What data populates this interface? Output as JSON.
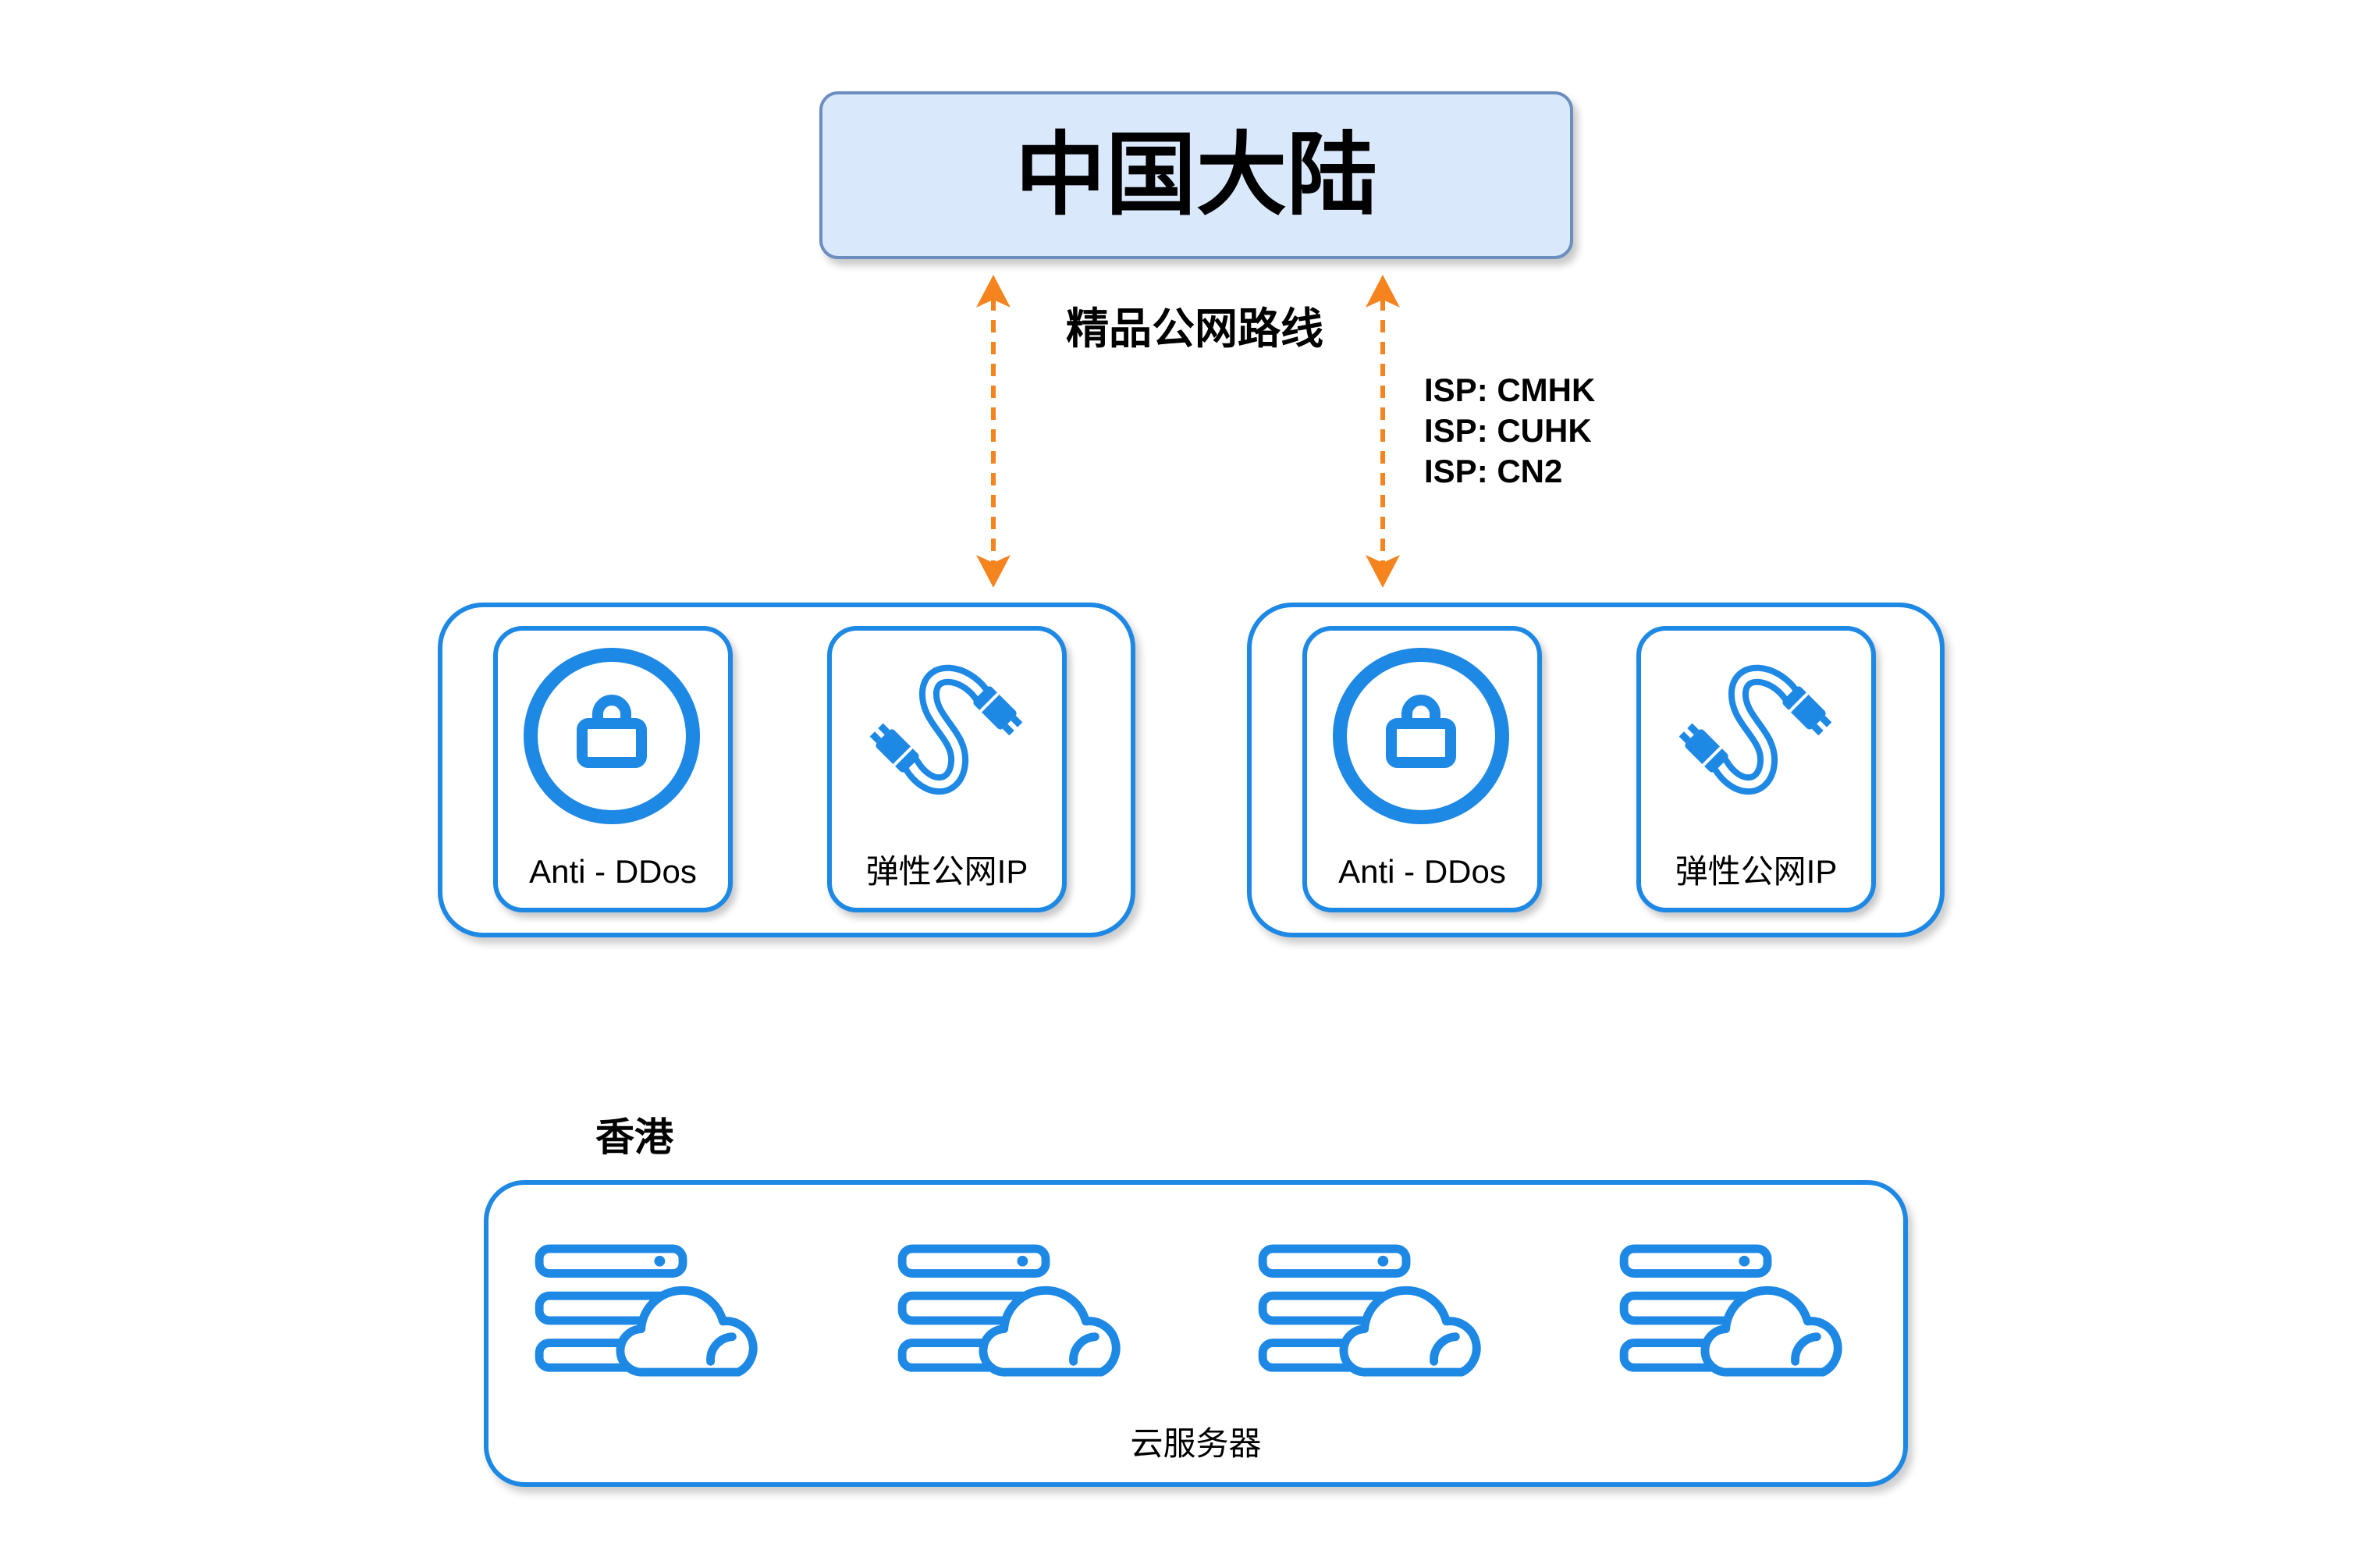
{
  "colors": {
    "accent_blue": "#1e88e5",
    "arrow_orange": "#f5841f",
    "region_fill": "#dae8fc",
    "region_border": "#6c8ebf",
    "text": "#000000"
  },
  "mainland": {
    "label": "中国大陆"
  },
  "route": {
    "label": "精品公网路线"
  },
  "isp": {
    "lines": [
      "ISP: CMHK",
      "ISP: CUHK",
      "ISP: CN2"
    ]
  },
  "edge_groups": [
    {
      "cards": [
        {
          "icon": "lock-icon",
          "label": "Anti - DDos"
        },
        {
          "icon": "network-cable-icon",
          "label": "弹性公网IP"
        }
      ]
    },
    {
      "cards": [
        {
          "icon": "lock-icon",
          "label": "Anti - DDos"
        },
        {
          "icon": "network-cable-icon",
          "label": "弹性公网IP"
        }
      ]
    }
  ],
  "hongkong": {
    "label": "香港",
    "servers_label": "云服务器",
    "servers": [
      {
        "icon": "cloud-server-icon"
      },
      {
        "icon": "cloud-server-icon"
      },
      {
        "icon": "cloud-server-icon"
      },
      {
        "icon": "cloud-server-icon"
      }
    ]
  }
}
